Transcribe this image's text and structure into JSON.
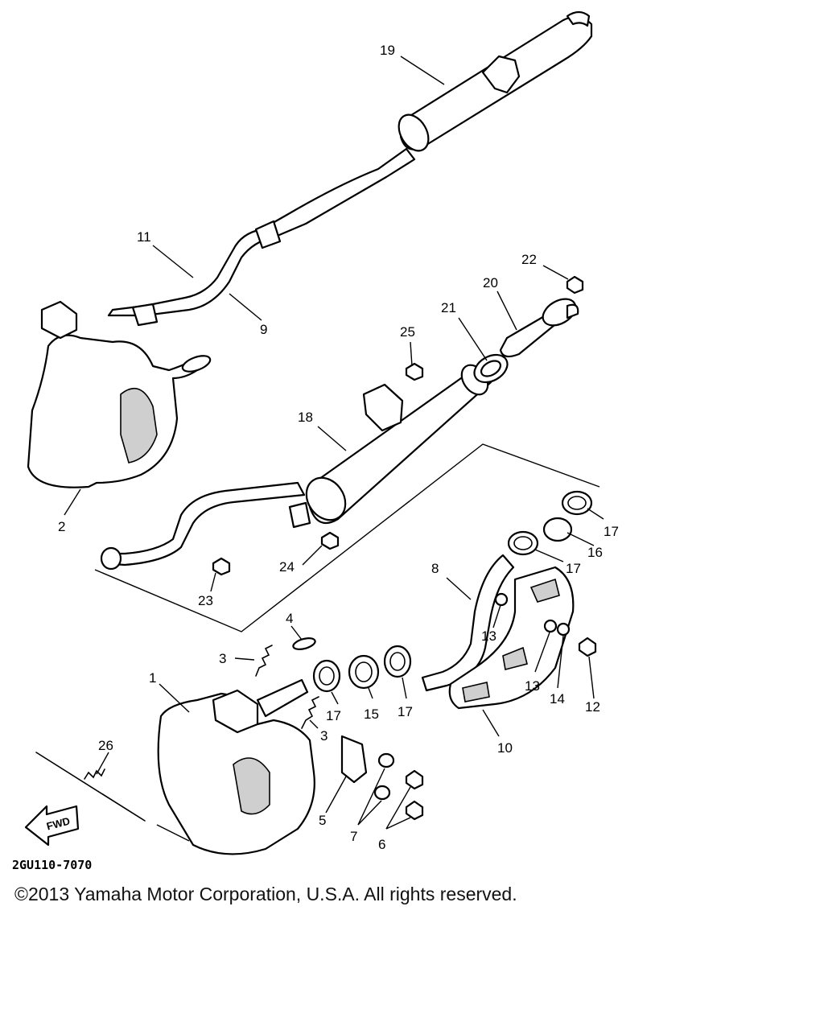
{
  "diagram_code": "2GU110-7070",
  "fwd_label": "FWD",
  "copyright": "©2013 Yamaha Motor Corporation, U.S.A. All rights reserved.",
  "part_labels": [
    {
      "id": "label-1",
      "text": "1"
    },
    {
      "id": "label-2",
      "text": "2"
    },
    {
      "id": "label-3a",
      "text": "3"
    },
    {
      "id": "label-3b",
      "text": "3"
    },
    {
      "id": "label-4",
      "text": "4"
    },
    {
      "id": "label-5",
      "text": "5"
    },
    {
      "id": "label-6",
      "text": "6"
    },
    {
      "id": "label-7",
      "text": "7"
    },
    {
      "id": "label-8",
      "text": "8"
    },
    {
      "id": "label-9",
      "text": "9"
    },
    {
      "id": "label-10",
      "text": "10"
    },
    {
      "id": "label-11",
      "text": "11"
    },
    {
      "id": "label-12",
      "text": "12"
    },
    {
      "id": "label-13a",
      "text": "13"
    },
    {
      "id": "label-13b",
      "text": "13"
    },
    {
      "id": "label-14",
      "text": "14"
    },
    {
      "id": "label-15",
      "text": "15"
    },
    {
      "id": "label-16",
      "text": "16"
    },
    {
      "id": "label-17a",
      "text": "17"
    },
    {
      "id": "label-17b",
      "text": "17"
    },
    {
      "id": "label-17c",
      "text": "17"
    },
    {
      "id": "label-17d",
      "text": "17"
    },
    {
      "id": "label-18",
      "text": "18"
    },
    {
      "id": "label-19",
      "text": "19"
    },
    {
      "id": "label-20",
      "text": "20"
    },
    {
      "id": "label-21",
      "text": "21"
    },
    {
      "id": "label-22",
      "text": "22"
    },
    {
      "id": "label-23",
      "text": "23"
    },
    {
      "id": "label-24",
      "text": "24"
    },
    {
      "id": "label-25",
      "text": "25"
    },
    {
      "id": "label-26",
      "text": "26"
    }
  ]
}
